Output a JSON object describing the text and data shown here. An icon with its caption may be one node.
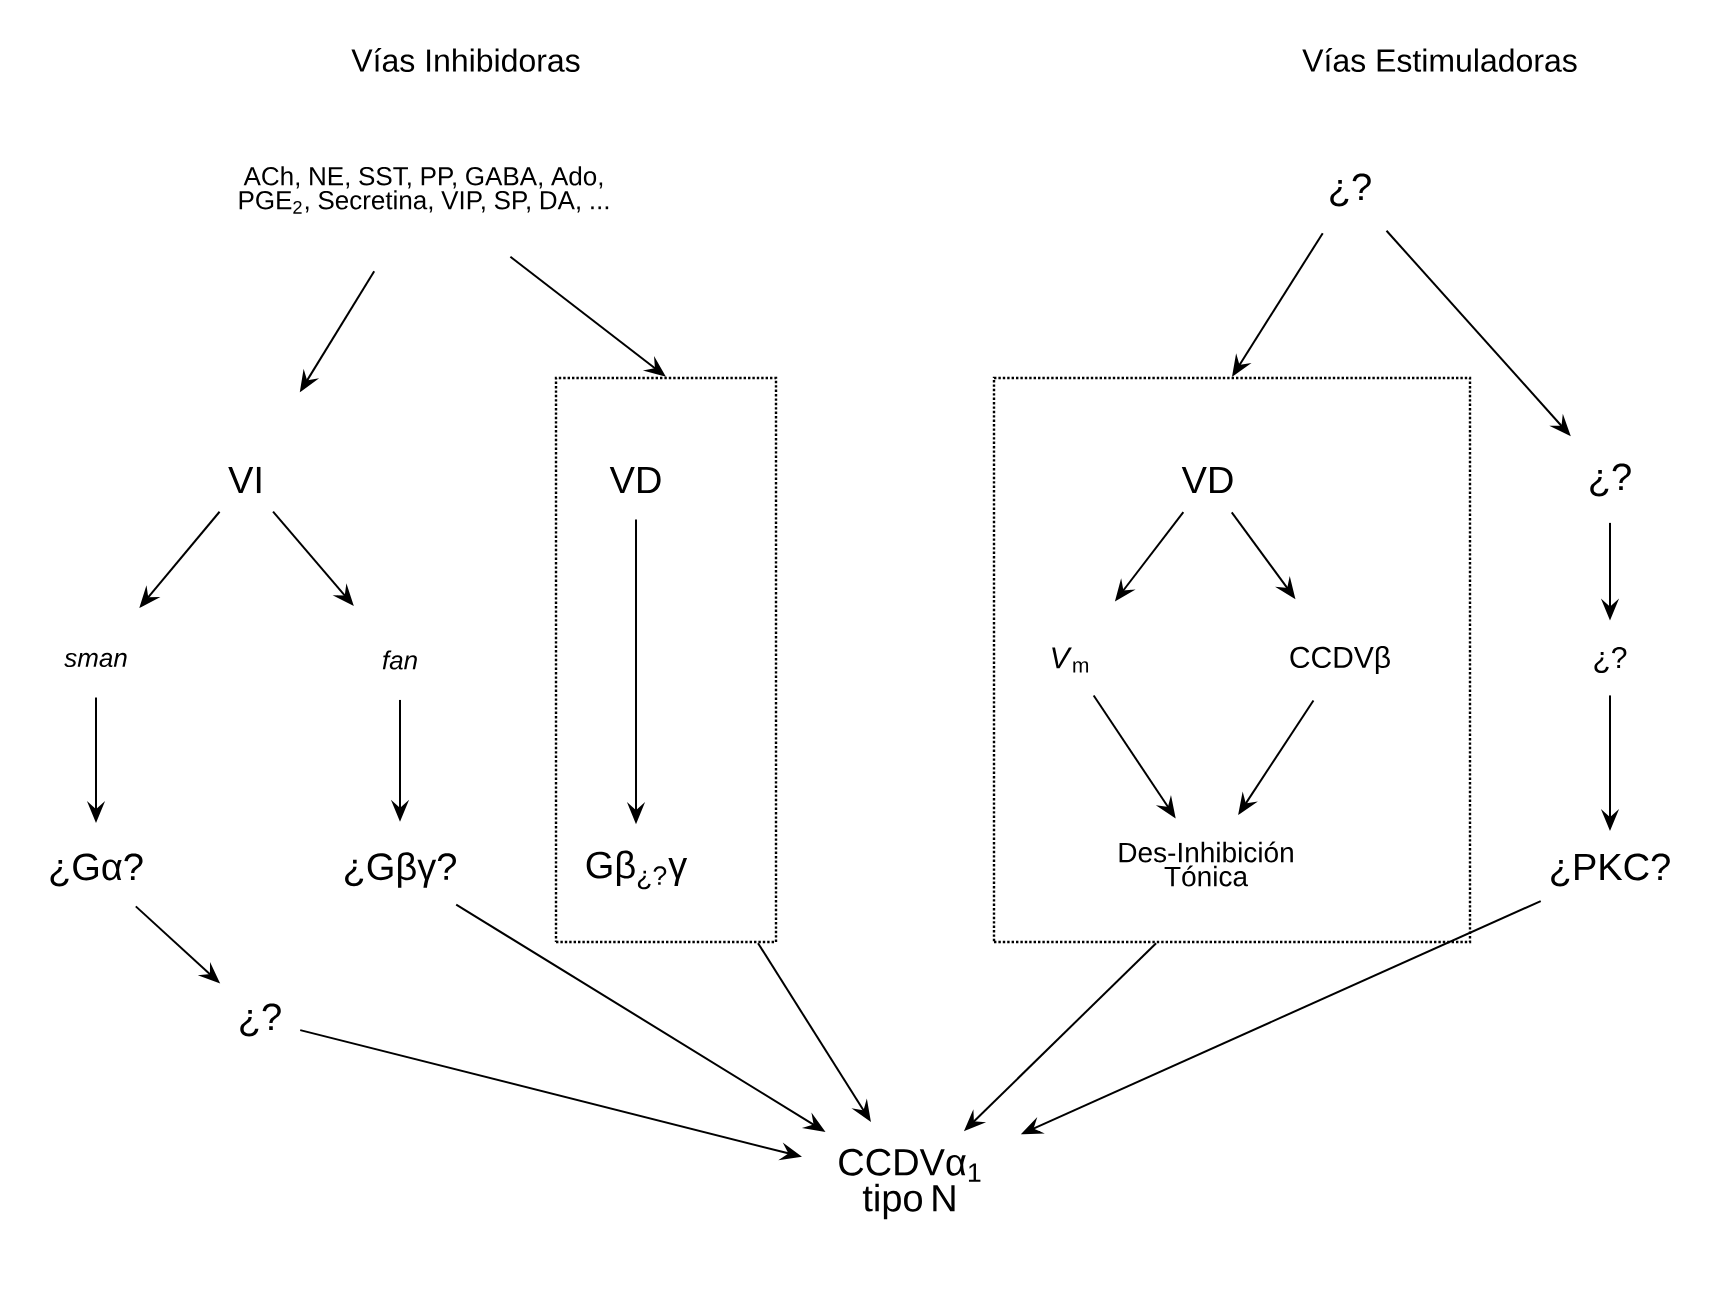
{
  "diagram": {
    "nodes": [
      {
        "text": [
          "ACh, NE, SST, PP, GABA, Ado, PGE$_{2}$, Secretina, VIP, SP, DA, ..."
        ]
      },
      {
        "text": [
          "VI"
        ]
      },
      {
        "text": [],
        "shape": "box"
      },
      {
        "text": [
          "VD"
        ],
        "in": 2
      },
      {
        "text": [
          "sman"
        ]
      },
      {
        "text": [
          "fan"
        ]
      },
      {
        "text": [
          "¿Gα?"
        ]
      },
      {
        "text": [
          "¿Gβγ?"
        ]
      },
      {
        "text": [
          "Gβ$_{¿?}$γ"
        ],
        "in": 2
      },
      {
        "text": [
          "¿?"
        ]
      },
      {
        "text": [
          "¿?"
        ]
      },
      {
        "text": [],
        "shape": "box"
      },
      {
        "text": [
          "VD"
        ],
        "in": 11
      },
      {
        "text": [
          "*V*$_{m}$"
        ],
        "in": 11
      },
      {
        "text": [
          "CCDVβ"
        ],
        "in": 11
      },
      {
        "text": [
          "Des-Inhibición Tónica"
        ],
        "in": 11
      },
      {
        "text": [
          "¿?"
        ]
      },
      {
        "text": [
          "¿?"
        ]
      },
      {
        "text": [
          "¿PKC?"
        ]
      },
      {
        "text": [
          "CCDVα$_{1}$ tipo N"
        ]
      }
    ],
    "edges": [
      {
        "from": 0,
        "to": 1,
        "arrow": "to"
      },
      {
        "from": 0,
        "to": 2,
        "arrow": "to"
      },
      {
        "from": 1,
        "to": 4,
        "arrow": "to"
      },
      {
        "from": 1,
        "to": 5,
        "arrow": "to"
      },
      {
        "from": 3,
        "to": 8,
        "arrow": "to"
      },
      {
        "from": 4,
        "to": 6,
        "arrow": "to"
      },
      {
        "from": 5,
        "to": 7,
        "arrow": "to"
      },
      {
        "from": 6,
        "to": 9,
        "arrow": "to"
      },
      {
        "from": 9,
        "to": 19,
        "arrow": "to"
      },
      {
        "from": 7,
        "to": 19,
        "arrow": "to"
      },
      {
        "from": 2,
        "to": 19,
        "arrow": "to"
      },
      {
        "from": 10,
        "to": 11,
        "arrow": "to"
      },
      {
        "from": 10,
        "to": 16,
        "arrow": "to"
      },
      {
        "from": 12,
        "to": 13,
        "arrow": "to"
      },
      {
        "from": 12,
        "to": 14,
        "arrow": "to"
      },
      {
        "from": 13,
        "to": 15,
        "arrow": "to"
      },
      {
        "from": 14,
        "to": 15,
        "arrow": "to"
      },
      {
        "from": 16,
        "to": 17,
        "arrow": "to"
      },
      {
        "from": 17,
        "to": 18,
        "arrow": "to"
      },
      {
        "from": 11,
        "to": 19,
        "arrow": "to"
      },
      {
        "from": 18,
        "to": 19,
        "arrow": "to"
      }
    ],
    "labels": [
      "Vías Inhibidoras",
      "Vías Estimuladoras"
    ]
  }
}
